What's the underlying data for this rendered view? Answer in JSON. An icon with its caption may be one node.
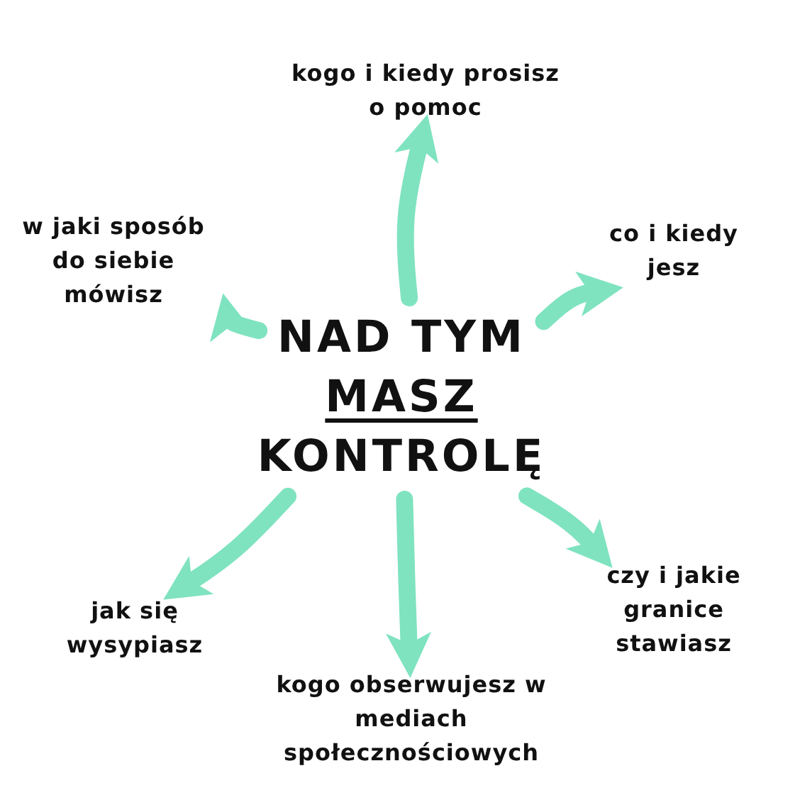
{
  "diagram": {
    "nodes": [
      {
        "text": [
          "NAD TYM",
          "MASZ",
          "KONTROLĘ"
        ]
      },
      {
        "text": [
          "kogo i kiedy prosisz o pomoc"
        ]
      },
      {
        "text": [
          "co i kiedy jesz"
        ]
      },
      {
        "text": [
          "czy i jakie granice stawiasz"
        ]
      },
      {
        "text": [
          "kogo obserwujesz w mediach społecznościowych"
        ]
      },
      {
        "text": [
          "jak się wysypiasz"
        ]
      },
      {
        "text": [
          "w jaki sposób do siebie mówisz"
        ]
      }
    ],
    "edges": [
      {
        "from": 0,
        "to": 1,
        "arrow": "to"
      },
      {
        "from": 0,
        "to": 2,
        "arrow": "to"
      },
      {
        "from": 0,
        "to": 3,
        "arrow": "to"
      },
      {
        "from": 0,
        "to": 4,
        "arrow": "to"
      },
      {
        "from": 0,
        "to": 5,
        "arrow": "to"
      },
      {
        "from": 0,
        "to": 6,
        "arrow": "to"
      }
    ]
  }
}
